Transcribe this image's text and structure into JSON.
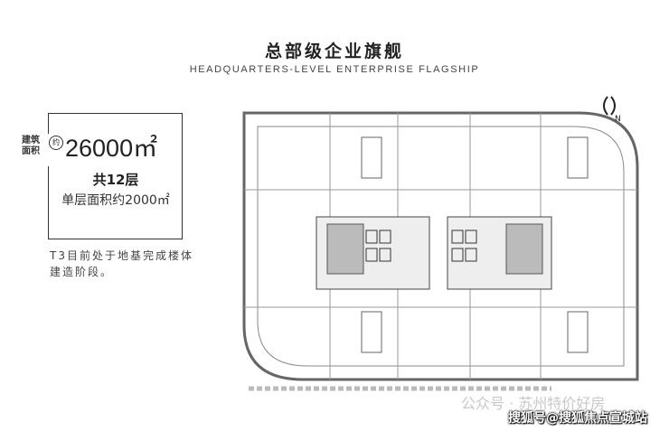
{
  "header": {
    "title": "总部级企业旗舰",
    "subtitle": "HEADQUARTERS-LEVEL ENTERPRISE FLAGSHIP"
  },
  "info": {
    "area_label": "建筑面积",
    "approx": "约",
    "total_area": "26000㎡",
    "floors": "共12层",
    "per_floor": "单层面积约2000㎡"
  },
  "note": "T3目前处于地基完成楼体建造阶段。",
  "compass": {
    "label": "N"
  },
  "watermark": {
    "line1": "公众号 · 苏州特价好房",
    "line2": "搜狐号@搜狐焦点宣城站"
  }
}
